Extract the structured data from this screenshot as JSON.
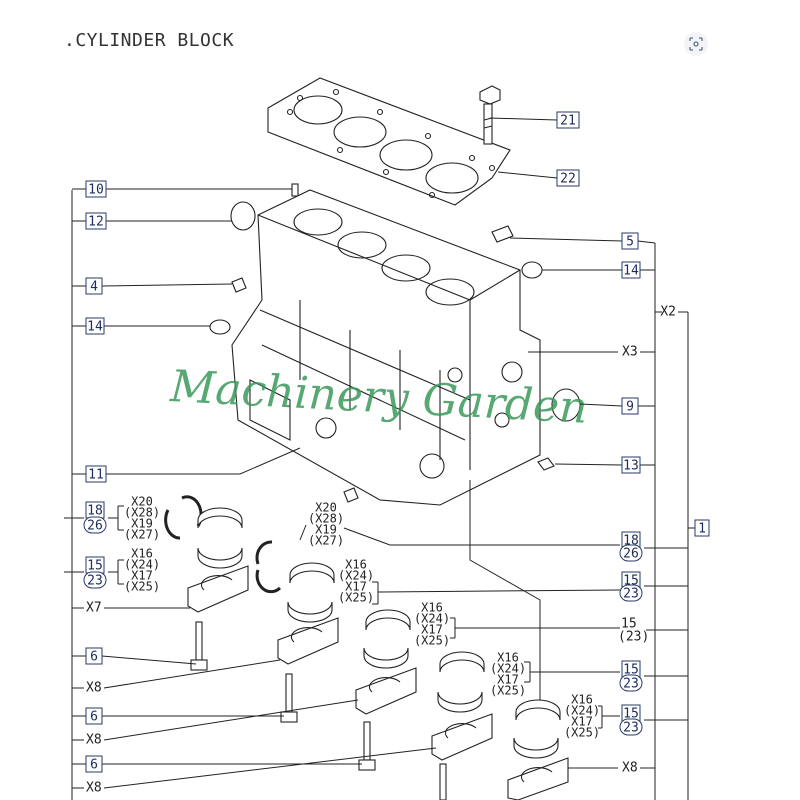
{
  "title": ".CYLINDER BLOCK",
  "watermark": "Machinery Garden",
  "boxed_callouts": [
    {
      "id": "c21",
      "text": "21"
    },
    {
      "id": "c22",
      "text": "22"
    },
    {
      "id": "c10",
      "text": "10"
    },
    {
      "id": "c12",
      "text": "12"
    },
    {
      "id": "c5",
      "text": "5"
    },
    {
      "id": "c14r",
      "text": "14"
    },
    {
      "id": "c4",
      "text": "4"
    },
    {
      "id": "c14l",
      "text": "14"
    },
    {
      "id": "c9",
      "text": "9"
    },
    {
      "id": "c13",
      "text": "13"
    },
    {
      "id": "c11",
      "text": "11"
    },
    {
      "id": "c18l",
      "text": "18"
    },
    {
      "id": "c15l",
      "text": "15"
    },
    {
      "id": "c18r",
      "text": "18"
    },
    {
      "id": "c15r1",
      "text": "15"
    },
    {
      "id": "c15r3",
      "text": "15"
    },
    {
      "id": "c15r4",
      "text": "15"
    },
    {
      "id": "c6a",
      "text": "6"
    },
    {
      "id": "c6b",
      "text": "6"
    },
    {
      "id": "c6c",
      "text": "6"
    },
    {
      "id": "c1",
      "text": "1"
    }
  ],
  "circled_callouts": [
    {
      "id": "cc26l",
      "text": "26"
    },
    {
      "id": "cc23l",
      "text": "23"
    },
    {
      "id": "cc26r",
      "text": "26"
    },
    {
      "id": "cc23r1",
      "text": "23"
    },
    {
      "id": "cc23r3",
      "text": "23"
    },
    {
      "id": "cc23r4",
      "text": "23"
    }
  ],
  "plain_labels": [
    {
      "id": "l15r2",
      "text": "15"
    },
    {
      "id": "l23r2",
      "text": "(23)"
    },
    {
      "id": "lX2",
      "text": "X2"
    },
    {
      "id": "lX3",
      "text": "X3"
    },
    {
      "id": "lX7",
      "text": "X7"
    },
    {
      "id": "lX8a",
      "text": "X8"
    },
    {
      "id": "lX8b",
      "text": "X8"
    },
    {
      "id": "lX8c",
      "text": "X8"
    },
    {
      "id": "lX8d",
      "text": "X8"
    }
  ],
  "group_labels": [
    {
      "id": "g1",
      "lines": [
        "X20",
        "(X28)",
        "X19",
        "(X27)"
      ]
    },
    {
      "id": "g2",
      "lines": [
        "X16",
        "(X24)",
        "X17",
        "(X25)"
      ]
    },
    {
      "id": "g3",
      "lines": [
        "X20",
        "(X28)",
        "X19",
        "(X27)"
      ]
    },
    {
      "id": "g4",
      "lines": [
        "X16",
        "(X24)",
        "X17",
        "(X25)"
      ]
    },
    {
      "id": "g5",
      "lines": [
        "X16",
        "(X24)",
        "X17",
        "(X25)"
      ]
    },
    {
      "id": "g6",
      "lines": [
        "X16",
        "(X24)",
        "X17",
        "(X25)"
      ]
    },
    {
      "id": "g7",
      "lines": [
        "X16",
        "(X24)",
        "X17",
        "(X25)"
      ]
    }
  ],
  "icons": {
    "lens": "google-lens-icon"
  }
}
